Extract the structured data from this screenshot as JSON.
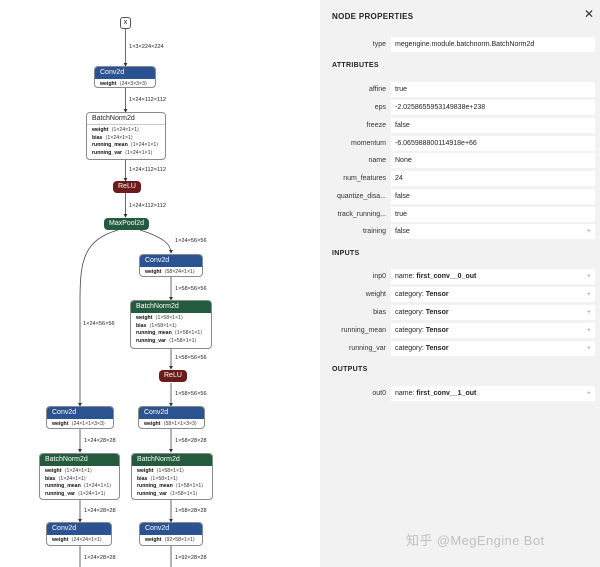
{
  "graph": {
    "input_node": "x",
    "edge_labels": [
      "1×3×224×224",
      "1×24×112×112",
      "1×24×112×112",
      "1×24×112×112",
      "1×24×56×56",
      "1×24×56×56",
      "1×58×56×56",
      "1×58×56×56",
      "1×58×56×56",
      "1×24×28×28",
      "1×58×28×28",
      "1×24×28×28",
      "1×58×28×28",
      "1×24×28×28",
      "1×92×28×28"
    ],
    "nodes": {
      "conv_1": {
        "title": "Conv2d",
        "attrs": [
          {
            "k": "weight",
            "v": "⟨24×3×3×3⟩"
          }
        ]
      },
      "bn_1": {
        "title": "BatchNorm2d",
        "attrs": [
          {
            "k": "weight",
            "v": "⟨1×24×1×1⟩"
          },
          {
            "k": "bias",
            "v": "⟨1×24×1×1⟩"
          },
          {
            "k": "running_mean",
            "v": "⟨1×24×1×1⟩"
          },
          {
            "k": "running_var",
            "v": "⟨1×24×1×1⟩"
          }
        ]
      },
      "relu_1": {
        "title": "ReLU"
      },
      "pool_1": {
        "title": "MaxPool2d"
      },
      "conv_r1": {
        "title": "Conv2d",
        "attrs": [
          {
            "k": "weight",
            "v": "⟨58×24×1×1⟩"
          }
        ]
      },
      "bn_r1": {
        "title": "BatchNorm2d",
        "attrs": [
          {
            "k": "weight",
            "v": "⟨1×58×1×1⟩"
          },
          {
            "k": "bias",
            "v": "⟨1×58×1×1⟩"
          },
          {
            "k": "running_mean",
            "v": "⟨1×58×1×1⟩"
          },
          {
            "k": "running_var",
            "v": "⟨1×58×1×1⟩"
          }
        ]
      },
      "relu_r1": {
        "title": "ReLU"
      },
      "conv_l2": {
        "title": "Conv2d",
        "attrs": [
          {
            "k": "weight",
            "v": "⟨24×1×1×3×3⟩"
          }
        ]
      },
      "conv_r2": {
        "title": "Conv2d",
        "attrs": [
          {
            "k": "weight",
            "v": "⟨58×1×1×3×3⟩"
          }
        ]
      },
      "bn_l2": {
        "title": "BatchNorm2d",
        "attrs": [
          {
            "k": "weight",
            "v": "⟨1×24×1×1⟩"
          },
          {
            "k": "bias",
            "v": "⟨1×24×1×1⟩"
          },
          {
            "k": "running_mean",
            "v": "⟨1×24×1×1⟩"
          },
          {
            "k": "running_var",
            "v": "⟨1×24×1×1⟩"
          }
        ]
      },
      "bn_r2": {
        "title": "BatchNorm2d",
        "attrs": [
          {
            "k": "weight",
            "v": "⟨1×58×1×1⟩"
          },
          {
            "k": "bias",
            "v": "⟨1×58×1×1⟩"
          },
          {
            "k": "running_mean",
            "v": "⟨1×58×1×1⟩"
          },
          {
            "k": "running_var",
            "v": "⟨1×58×1×1⟩"
          }
        ]
      },
      "conv_l3": {
        "title": "Conv2d",
        "attrs": [
          {
            "k": "weight",
            "v": "⟨24×24×1×1⟩"
          }
        ]
      },
      "conv_r3": {
        "title": "Conv2d",
        "attrs": [
          {
            "k": "weight",
            "v": "⟨92×58×1×1⟩"
          }
        ]
      }
    }
  },
  "panel": {
    "title": "NODE PROPERTIES",
    "type_label": "type",
    "type_value": "megengine.module.batchnorm.BatchNorm2d",
    "attributes_header": "ATTRIBUTES",
    "attributes": [
      {
        "label": "affine",
        "value": "true",
        "expand": false
      },
      {
        "label": "eps",
        "value": "-2.0258655953149838e+238",
        "expand": false
      },
      {
        "label": "freeze",
        "value": "false",
        "expand": false
      },
      {
        "label": "momentum",
        "value": "-6.065988800114918e+66",
        "expand": false
      },
      {
        "label": "name",
        "value": "None",
        "expand": false
      },
      {
        "label": "num_features",
        "value": "24",
        "expand": false
      },
      {
        "label": "quantize_disa...",
        "value": "false",
        "expand": false
      },
      {
        "label": "track_running...",
        "value": "true",
        "expand": false
      },
      {
        "label": "training",
        "value": "false",
        "expand": true
      }
    ],
    "inputs_header": "INPUTS",
    "inputs": [
      {
        "label": "inp0",
        "key": "name:",
        "value": "first_conv__0_out"
      },
      {
        "label": "weight",
        "key": "category:",
        "value": "Tensor"
      },
      {
        "label": "bias",
        "key": "category:",
        "value": "Tensor"
      },
      {
        "label": "running_mean",
        "key": "category:",
        "value": "Tensor"
      },
      {
        "label": "running_var",
        "key": "category:",
        "value": "Tensor"
      }
    ],
    "outputs_header": "OUTPUTS",
    "outputs": [
      {
        "label": "out0",
        "key": "name:",
        "value": "first_conv__1_out"
      }
    ],
    "expand_glyph": "+",
    "close_glyph": "✕"
  },
  "watermark": "知乎 @MegEngine Bot",
  "colors": {
    "conv_header": "#2b5291",
    "bn_header": "#245a3d",
    "relu": "#6c1b1b",
    "panel_bg": "#f2f2f2"
  }
}
